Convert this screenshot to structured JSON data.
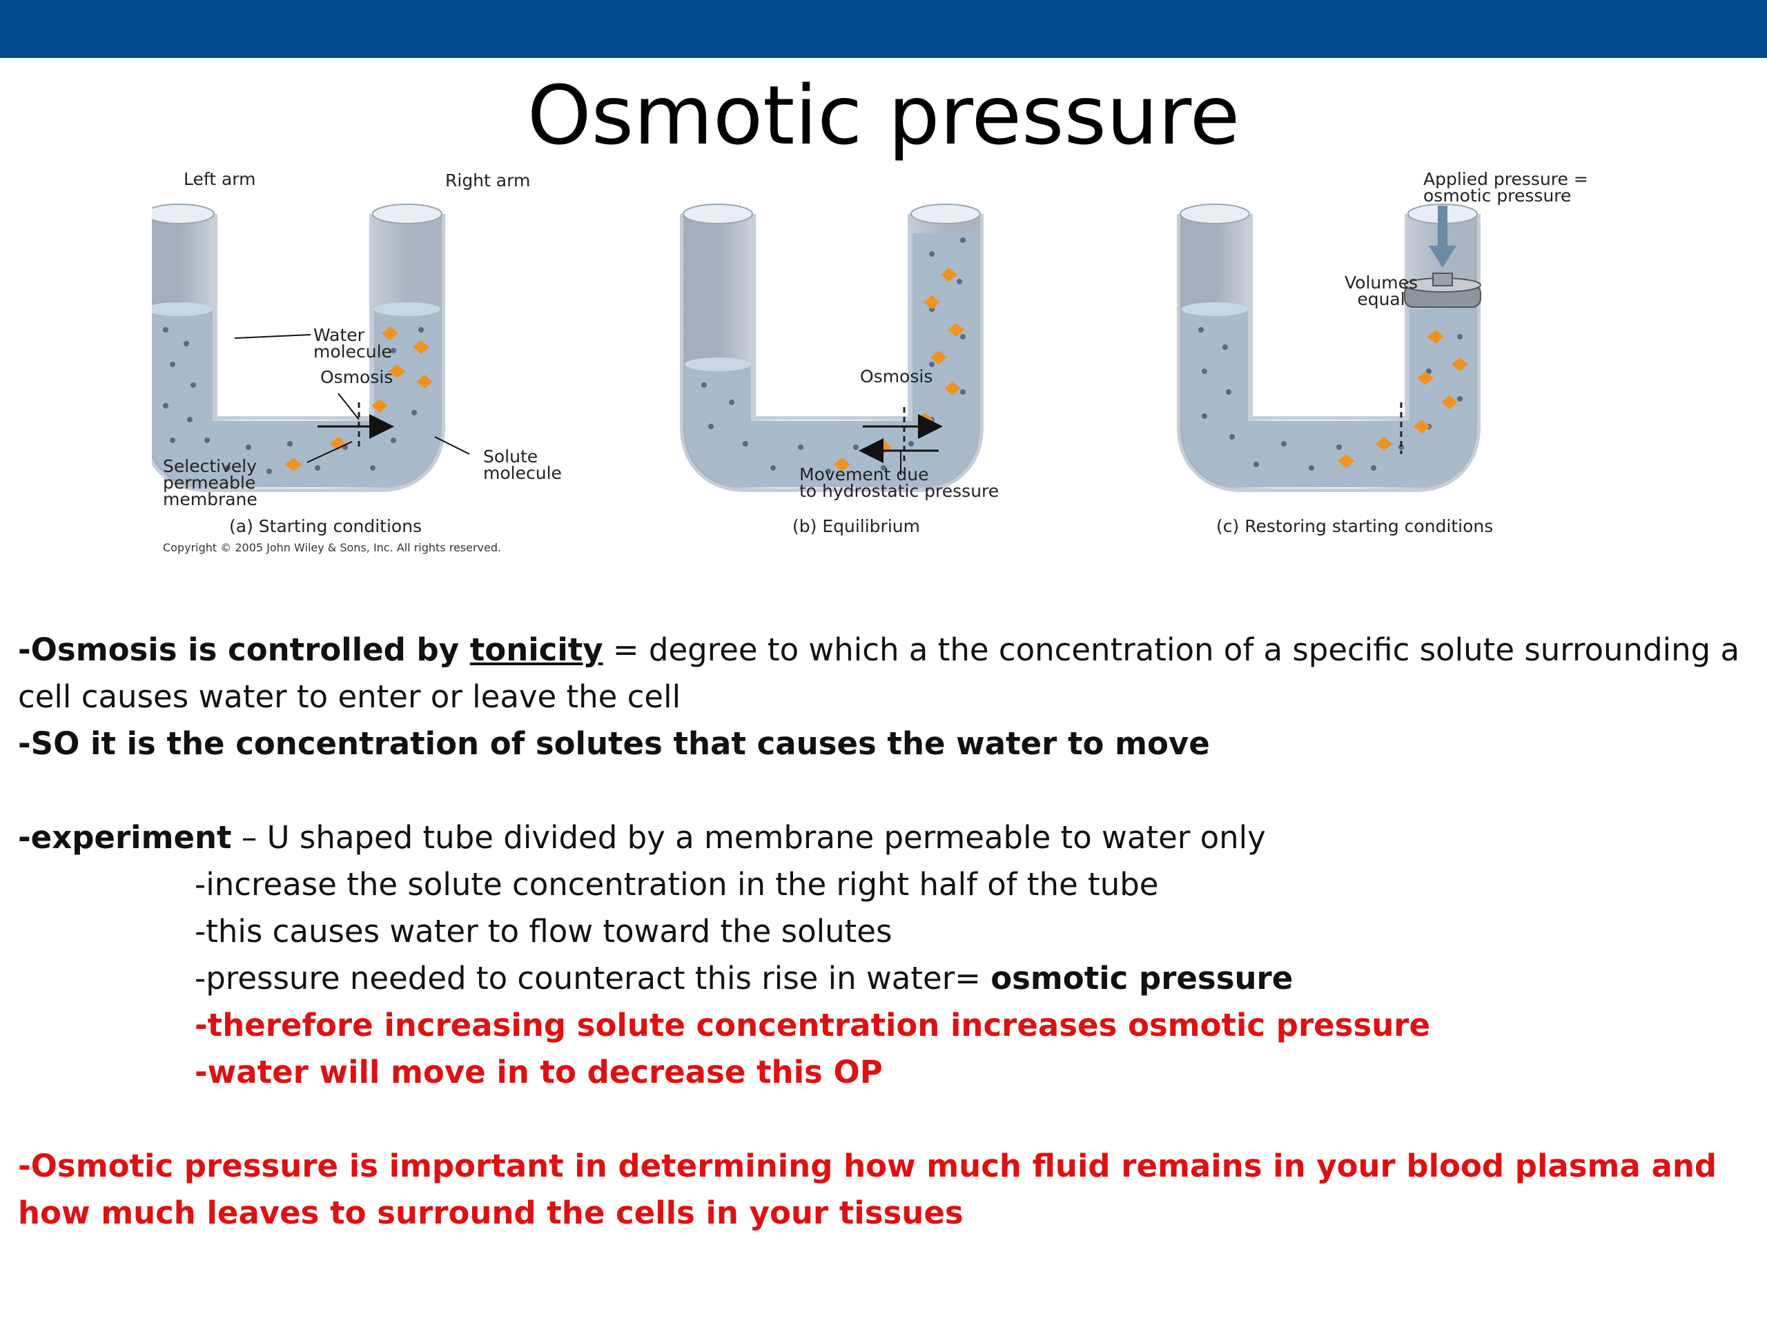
{
  "title": "Osmotic pressure",
  "figure": {
    "labels": {
      "left_arm": "Left arm",
      "right_arm": "Right arm",
      "water_molecule": "Water\nmolecule",
      "osmosis_a": "Osmosis",
      "solute_molecule": "Solute\nmolecule",
      "membrane": "Selectively\npermeable\nmembrane",
      "osmosis_b": "Osmosis",
      "hydrostatic": "Movement due\nto hydrostatic pressure",
      "applied_pressure": "Applied pressure =\nosmotic pressure",
      "volumes_equal": "Volumes\nequal"
    },
    "captions": {
      "a": "(a) Starting conditions",
      "b": "(b) Equilibrium",
      "c": "(c) Restoring starting conditions"
    },
    "copyright": "Copyright © 2005 John Wiley & Sons, Inc.   All rights reserved."
  },
  "body": {
    "p1_bold": "-Osmosis is controlled by ",
    "p1_term": "tonicity",
    "p1_rest": " = degree to which a the concentration of a specific solute surrounding a cell causes water to enter or leave the cell",
    "p2": "-SO it is the concentration of solutes that causes the water to move",
    "exp_label": "-experiment",
    "exp_rest": " – U shaped tube divided by a membrane permeable to water only",
    "sub1": "-increase the solute concentration in the right half of the tube",
    "sub2": "-this causes water to flow toward the solutes",
    "sub3_text": "-pressure needed to counteract this rise in water= ",
    "sub3_bold": "osmotic pressure",
    "sub4": "-therefore increasing solute concentration increases osmotic pressure",
    "sub5": "-water will move in to decrease this OP",
    "final": "-Osmotic pressure is important in determining how much fluid remains in your blood plasma and how much leaves to surround the cells in your tissues"
  }
}
